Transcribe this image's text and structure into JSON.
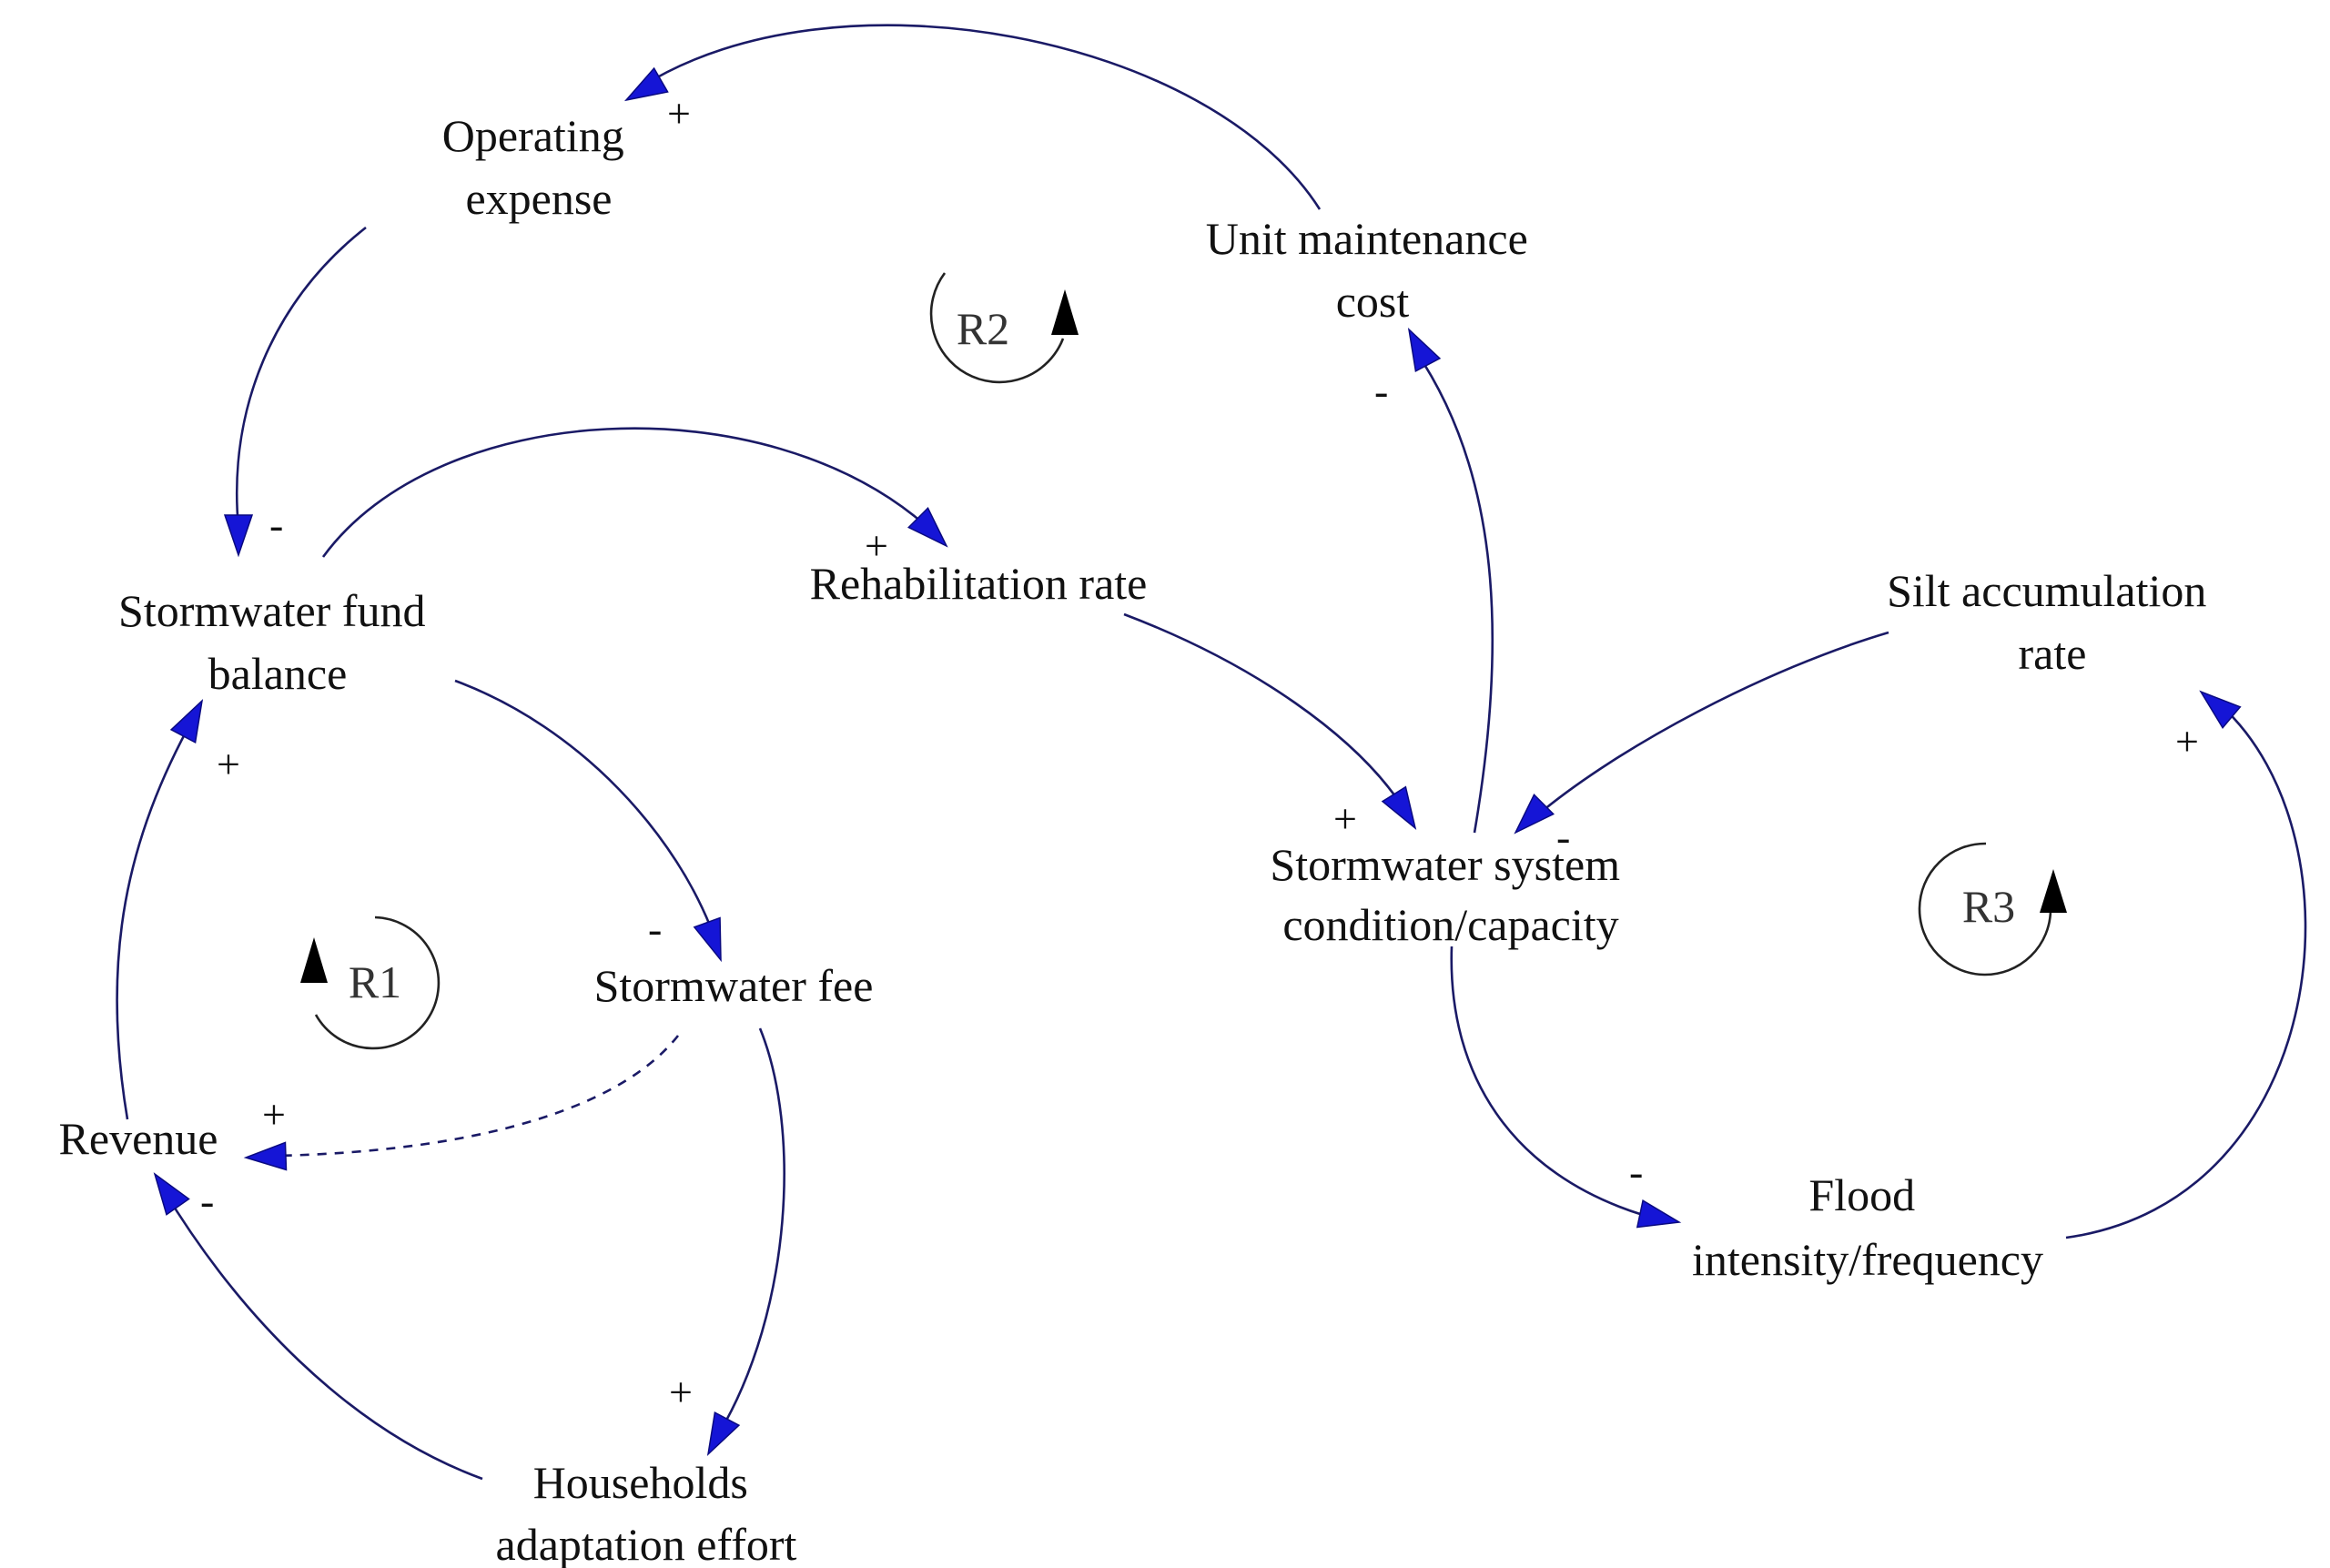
{
  "nodes": {
    "operating_expense": [
      "Operating",
      "expense"
    ],
    "unit_maintenance_cost": [
      "Unit maintenance",
      "cost"
    ],
    "stormwater_fund_balance": [
      "Stormwater fund",
      "balance"
    ],
    "rehabilitation_rate": [
      "Rehabilitation rate"
    ],
    "silt_accumulation_rate": [
      "Silt accumulation",
      "rate"
    ],
    "stormwater_system_condition": [
      "Stormwater system",
      "condition/capacity"
    ],
    "stormwater_fee": [
      "Stormwater fee"
    ],
    "revenue": [
      "Revenue"
    ],
    "flood_intensity": [
      "Flood",
      "intensity/frequency"
    ],
    "households_adaptation": [
      "Households",
      "adaptation effort"
    ]
  },
  "links": [
    {
      "from": "Unit maintenance cost",
      "to": "Operating expense",
      "polarity": "+"
    },
    {
      "from": "Operating expense",
      "to": "Stormwater fund balance",
      "polarity": "-"
    },
    {
      "from": "Stormwater fund balance",
      "to": "Rehabilitation rate",
      "polarity": "+"
    },
    {
      "from": "Rehabilitation rate",
      "to": "Stormwater system condition/capacity",
      "polarity": "+"
    },
    {
      "from": "Stormwater system condition/capacity",
      "to": "Unit maintenance cost",
      "polarity": "-"
    },
    {
      "from": "Silt accumulation rate",
      "to": "Stormwater system condition/capacity",
      "polarity": "-"
    },
    {
      "from": "Stormwater system condition/capacity",
      "to": "Flood intensity/frequency",
      "polarity": "-"
    },
    {
      "from": "Flood intensity/frequency",
      "to": "Silt accumulation rate",
      "polarity": "+"
    },
    {
      "from": "Stormwater fund balance",
      "to": "Stormwater fee",
      "polarity": "-"
    },
    {
      "from": "Stormwater fee",
      "to": "Revenue",
      "polarity": "+",
      "dashed": true
    },
    {
      "from": "Stormwater fee",
      "to": "Households adaptation effort",
      "polarity": "+"
    },
    {
      "from": "Households adaptation effort",
      "to": "Revenue",
      "polarity": "-"
    },
    {
      "from": "Revenue",
      "to": "Stormwater fund balance",
      "polarity": "+"
    }
  ],
  "loops": {
    "r1": "R1",
    "r2": "R2",
    "r3": "R3"
  },
  "colors": {
    "arrowhead": "#1515d6",
    "edge": "#1a1a66",
    "background": "#ffffff"
  }
}
